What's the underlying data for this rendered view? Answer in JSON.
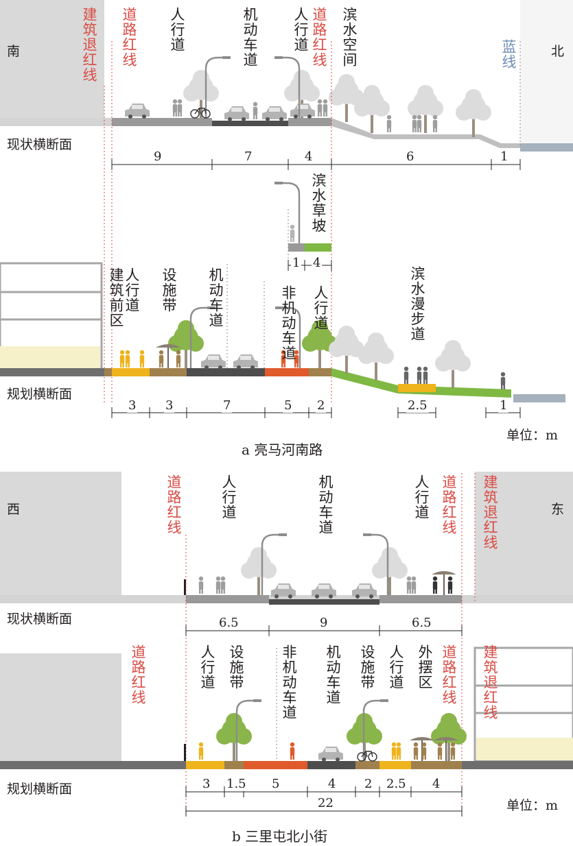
{
  "colors": {
    "road_red_line": "#d94b44",
    "blue_line": "#6d8db4",
    "sidewalk": "#999999",
    "motorway": "#4d4d4d",
    "green_slope": "#7fb843",
    "bike_lane": "#e05a2b",
    "yellow_plaza": "#efb31c",
    "facility_belt": "#a0814e",
    "building_gray": "#d9d9d9",
    "water": "#a5b1bd"
  },
  "a": {
    "caption": "a 亮马河南路",
    "unit": "单位：m",
    "south": "南",
    "north": "北",
    "current_label": "现状横断面",
    "planned_label": "规划横断面",
    "current": {
      "building_setback": "建筑退红线",
      "road_red_line_1": "道路红线",
      "sidewalk_1": "人行道",
      "motorway": "机动车道",
      "sidewalk_2": "人行道",
      "road_red_line_2": "道路红线",
      "waterfront_space": "滨水空间",
      "blue_line": "蓝线",
      "dims": [
        "9",
        "7",
        "4",
        "6",
        "1"
      ]
    },
    "grass": {
      "label": "滨水草坡",
      "dims": [
        "1",
        "4"
      ]
    },
    "planned": {
      "building_front": "建筑前区",
      "sidewalk": "人行道",
      "facility_belt": "设施带",
      "motorway": "机动车道",
      "nonmotor": "非机动车道",
      "sidewalk_2": "人行道",
      "waterfront_walk": "滨水漫步道",
      "dims": [
        "3",
        "3",
        "7",
        "5",
        "2",
        "2.5",
        "1"
      ]
    }
  },
  "b": {
    "caption": "b 三里屯北小街",
    "unit": "单位：m",
    "west": "西",
    "east": "东",
    "current_label": "现状横断面",
    "planned_label": "规划横断面",
    "current": {
      "road_red_line_1": "道路红线",
      "sidewalk_1": "人行道",
      "motorway": "机动车道",
      "sidewalk_2": "人行道",
      "road_red_line_2": "道路红线",
      "building_setback": "建筑退红线",
      "dims": [
        "6.5",
        "9",
        "6.5"
      ]
    },
    "planned": {
      "road_red_line_1": "道路红线",
      "sidewalk_1": "人行道",
      "facility_1": "设施带",
      "nonmotor": "非机动车道",
      "motorway": "机动车道",
      "facility_2": "设施带",
      "sidewalk_2": "人行道",
      "outdoor_zone": "外摆区",
      "road_red_line_2": "道路红线",
      "building_setback": "建筑退红线",
      "dims": [
        "3",
        "1.5",
        "5",
        "4",
        "2",
        "2.5",
        "4"
      ],
      "total": "22"
    }
  }
}
